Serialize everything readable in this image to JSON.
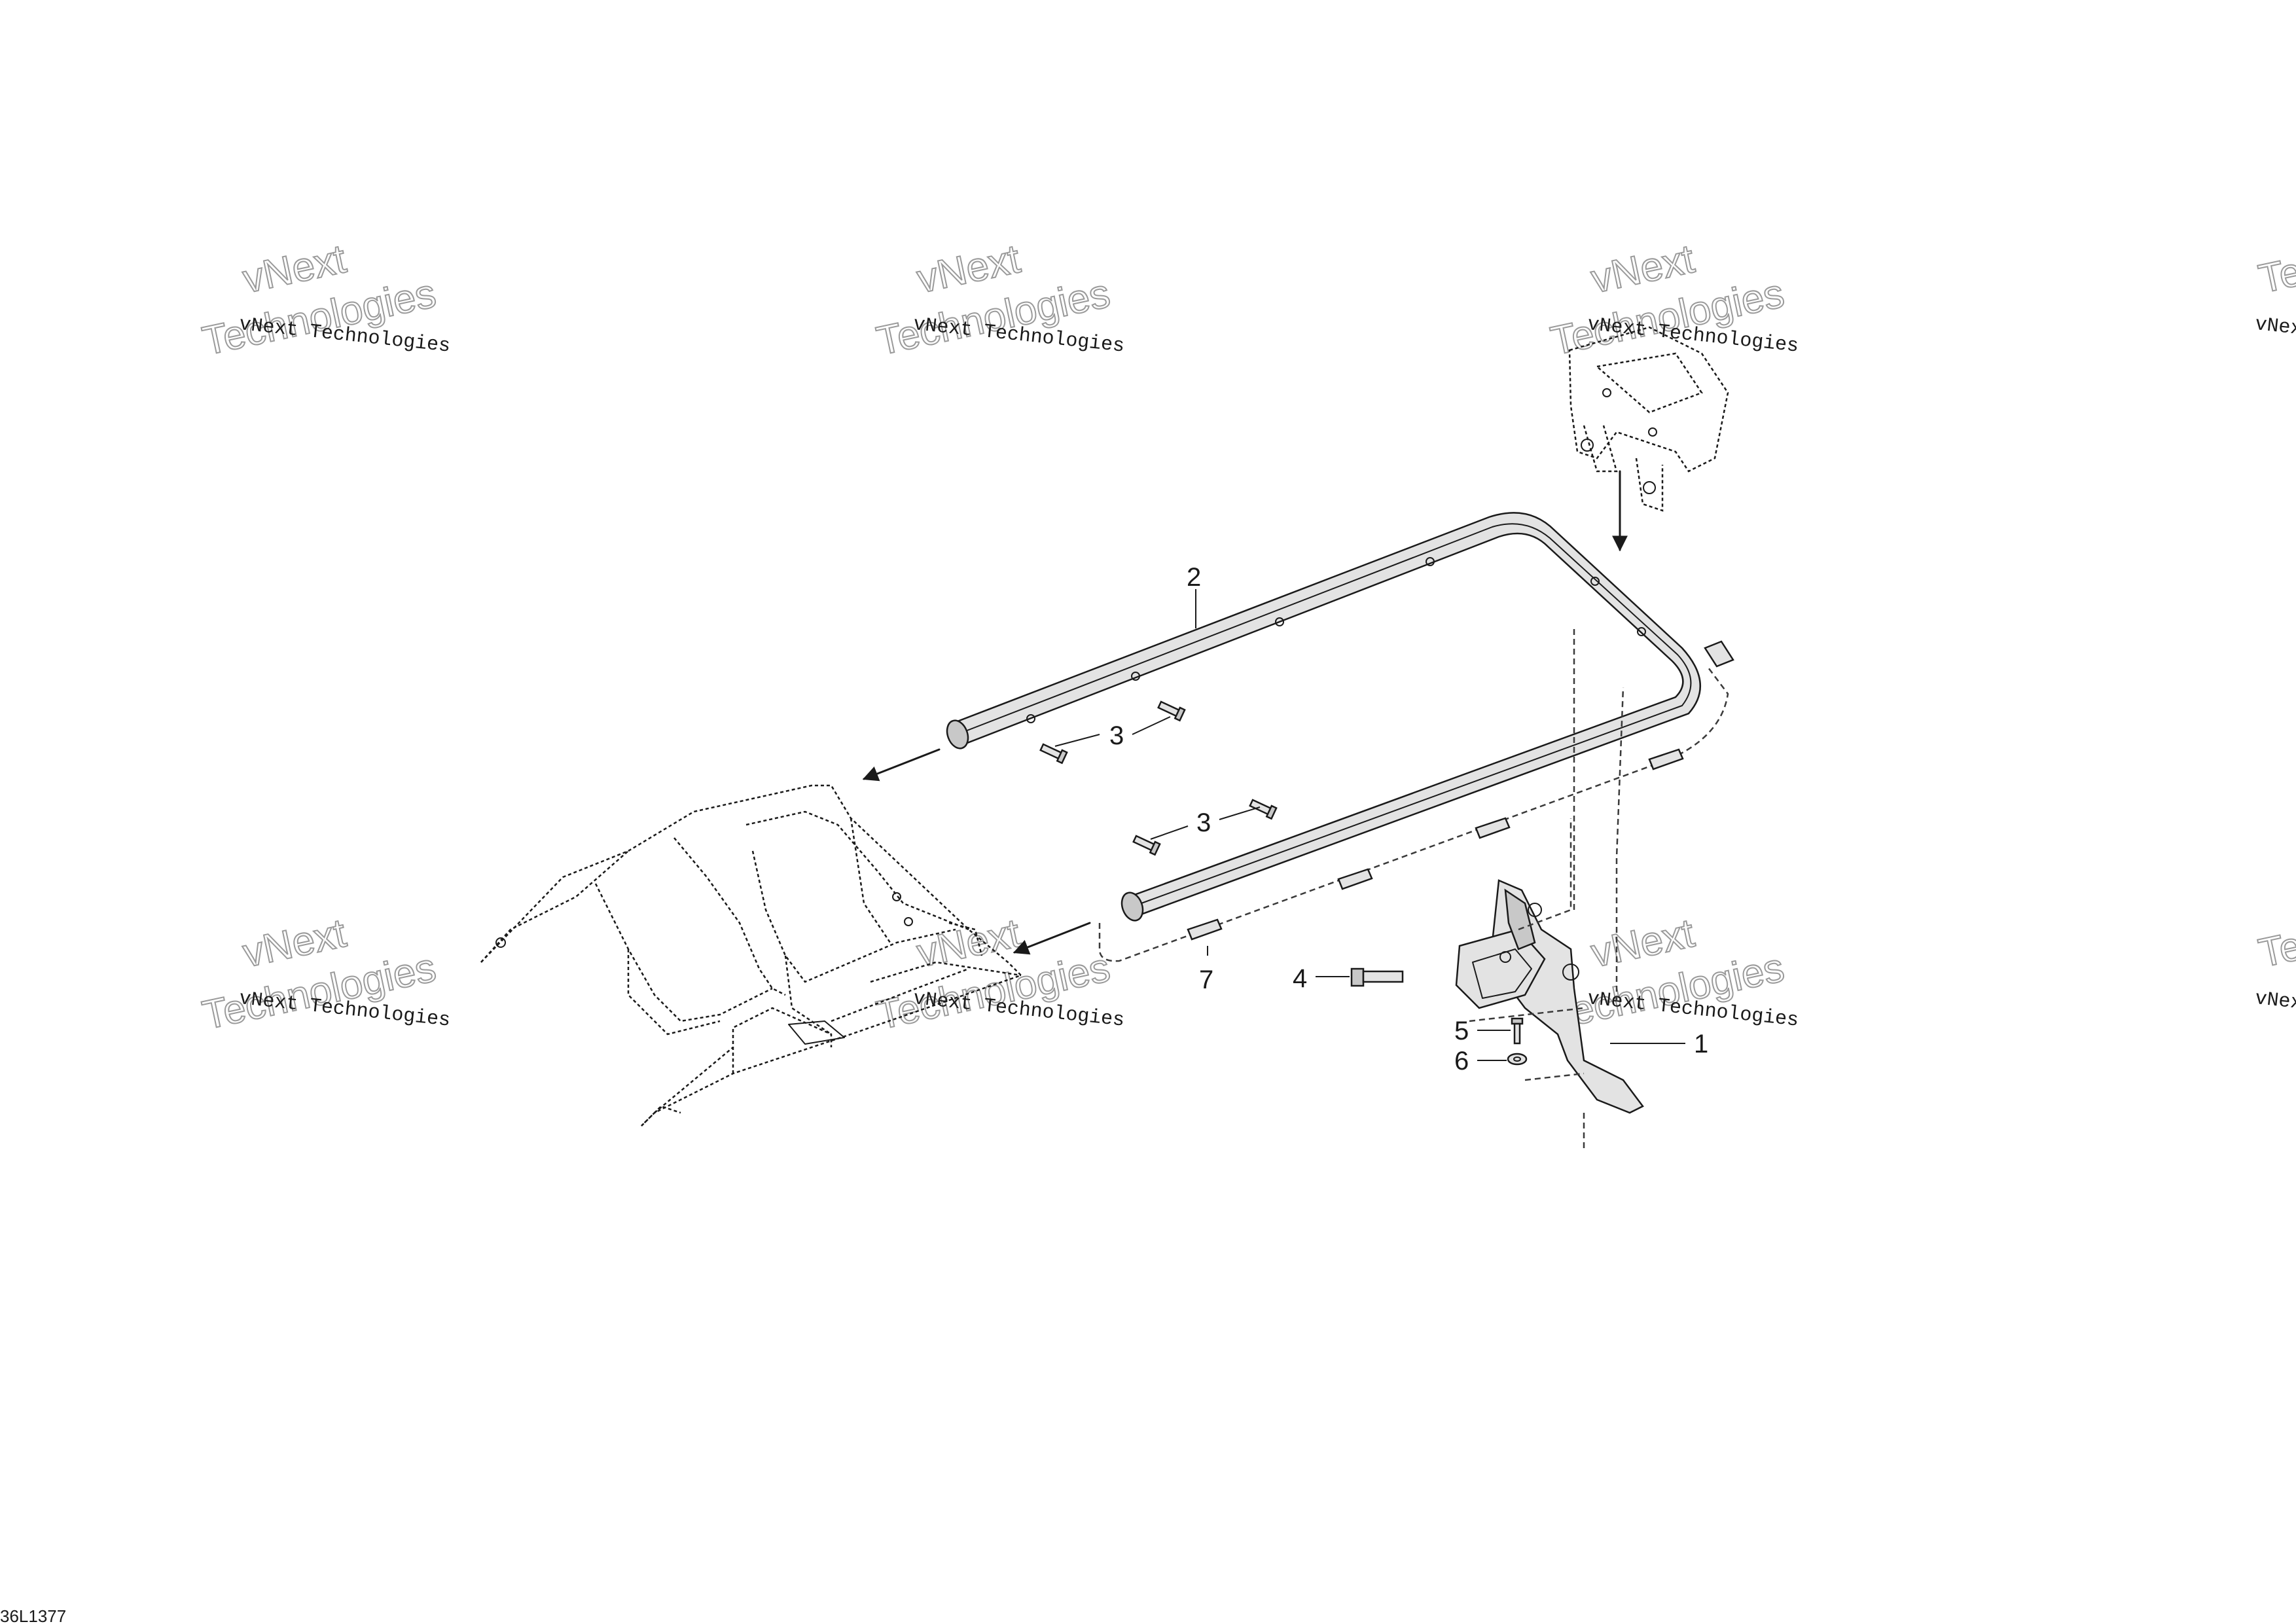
{
  "figure_id": "36L1377",
  "watermark": {
    "line_small": "vNext Technologies",
    "line_big_1": "vNext",
    "line_big_2": "Technologies"
  },
  "callouts": [
    {
      "id": "callout-1",
      "label": "1"
    },
    {
      "id": "callout-2",
      "label": "2"
    },
    {
      "id": "callout-3a",
      "label": "3"
    },
    {
      "id": "callout-3b",
      "label": "3"
    },
    {
      "id": "callout-4",
      "label": "4"
    },
    {
      "id": "callout-5",
      "label": "5"
    },
    {
      "id": "callout-6",
      "label": "6"
    },
    {
      "id": "callout-7",
      "label": "7"
    }
  ],
  "colors": {
    "ink": "#1a1a1a",
    "part_fill": "#e3e3e3",
    "watermark_outline": "#9a9a9a"
  }
}
